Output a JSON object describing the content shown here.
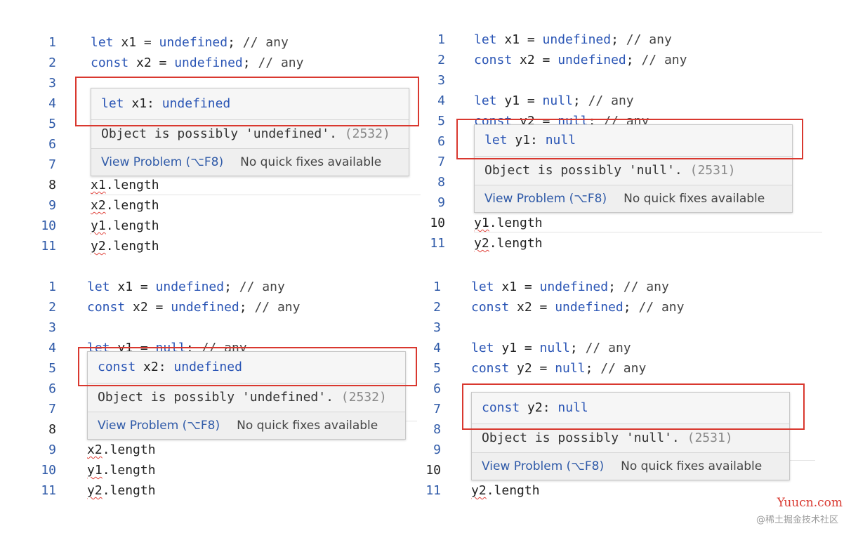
{
  "panels": [
    {
      "lines": [
        {
          "n": "1",
          "text": "let x1 = undefined; // any"
        },
        {
          "n": "2",
          "text": "const x2 = undefined; // any"
        },
        {
          "n": "3",
          "text": ""
        },
        {
          "n": "4",
          "text": ""
        },
        {
          "n": "5",
          "text": ""
        },
        {
          "n": "6",
          "text": ""
        },
        {
          "n": "7",
          "text": ""
        },
        {
          "n": "8",
          "text": "x1.length"
        },
        {
          "n": "9",
          "text": "x2.length"
        },
        {
          "n": "10",
          "text": "y1.length"
        },
        {
          "n": "11",
          "text": "y2.length"
        }
      ],
      "hover": {
        "keyword": "let",
        "name": "x1:",
        "type": "undefined",
        "message": "Object is possibly 'undefined'.",
        "code": "(2532)"
      }
    },
    {
      "lines": [
        {
          "n": "1",
          "text": "let x1 = undefined; // any"
        },
        {
          "n": "2",
          "text": "const x2 = undefined; // any"
        },
        {
          "n": "3",
          "text": ""
        },
        {
          "n": "4",
          "text": "let y1 = null; // any"
        },
        {
          "n": "5",
          "text": "const y2 = null; // any"
        },
        {
          "n": "6",
          "text": ""
        },
        {
          "n": "7",
          "text": ""
        },
        {
          "n": "8",
          "text": ""
        },
        {
          "n": "9",
          "text": ""
        },
        {
          "n": "10",
          "text": "y1.length"
        },
        {
          "n": "11",
          "text": "y2.length"
        }
      ],
      "hover": {
        "keyword": "let",
        "name": "y1:",
        "type": "null",
        "message": "Object is possibly 'null'.",
        "code": "(2531)"
      }
    },
    {
      "lines": [
        {
          "n": "1",
          "text": "let x1 = undefined; // any"
        },
        {
          "n": "2",
          "text": "const x2 = undefined; // any"
        },
        {
          "n": "3",
          "text": ""
        },
        {
          "n": "4",
          "text": "let y1 = null; // any"
        },
        {
          "n": "5",
          "text": ""
        },
        {
          "n": "6",
          "text": ""
        },
        {
          "n": "7",
          "text": ""
        },
        {
          "n": "8",
          "text": ""
        },
        {
          "n": "9",
          "text": "x2.length"
        },
        {
          "n": "10",
          "text": "y1.length"
        },
        {
          "n": "11",
          "text": "y2.length"
        }
      ],
      "hover": {
        "keyword": "const",
        "name": "x2:",
        "type": "undefined",
        "message": "Object is possibly 'undefined'.",
        "code": "(2532)"
      }
    },
    {
      "lines": [
        {
          "n": "1",
          "text": "let x1 = undefined; // any"
        },
        {
          "n": "2",
          "text": "const x2 = undefined; // any"
        },
        {
          "n": "3",
          "text": ""
        },
        {
          "n": "4",
          "text": "let y1 = null; // any"
        },
        {
          "n": "5",
          "text": "const y2 = null; // any"
        },
        {
          "n": "6",
          "text": ""
        },
        {
          "n": "7",
          "text": ""
        },
        {
          "n": "8",
          "text": ""
        },
        {
          "n": "9",
          "text": ""
        },
        {
          "n": "10",
          "text": ""
        },
        {
          "n": "11",
          "text": "y2.length"
        }
      ],
      "hover": {
        "keyword": "const",
        "name": "y2:",
        "type": "null",
        "message": "Object is possibly 'null'.",
        "code": "(2531)"
      }
    }
  ],
  "hover_footer": {
    "view_problem": "View Problem (⌥F8)",
    "no_fixes": "No quick fixes available"
  },
  "watermark": {
    "site": "Yuucn.com",
    "community": "@稀土掘金技术社区"
  },
  "colors": {
    "keyword": "#2a55b5",
    "highlight_box": "#d9382f",
    "error_squiggle": "#e0443c"
  }
}
